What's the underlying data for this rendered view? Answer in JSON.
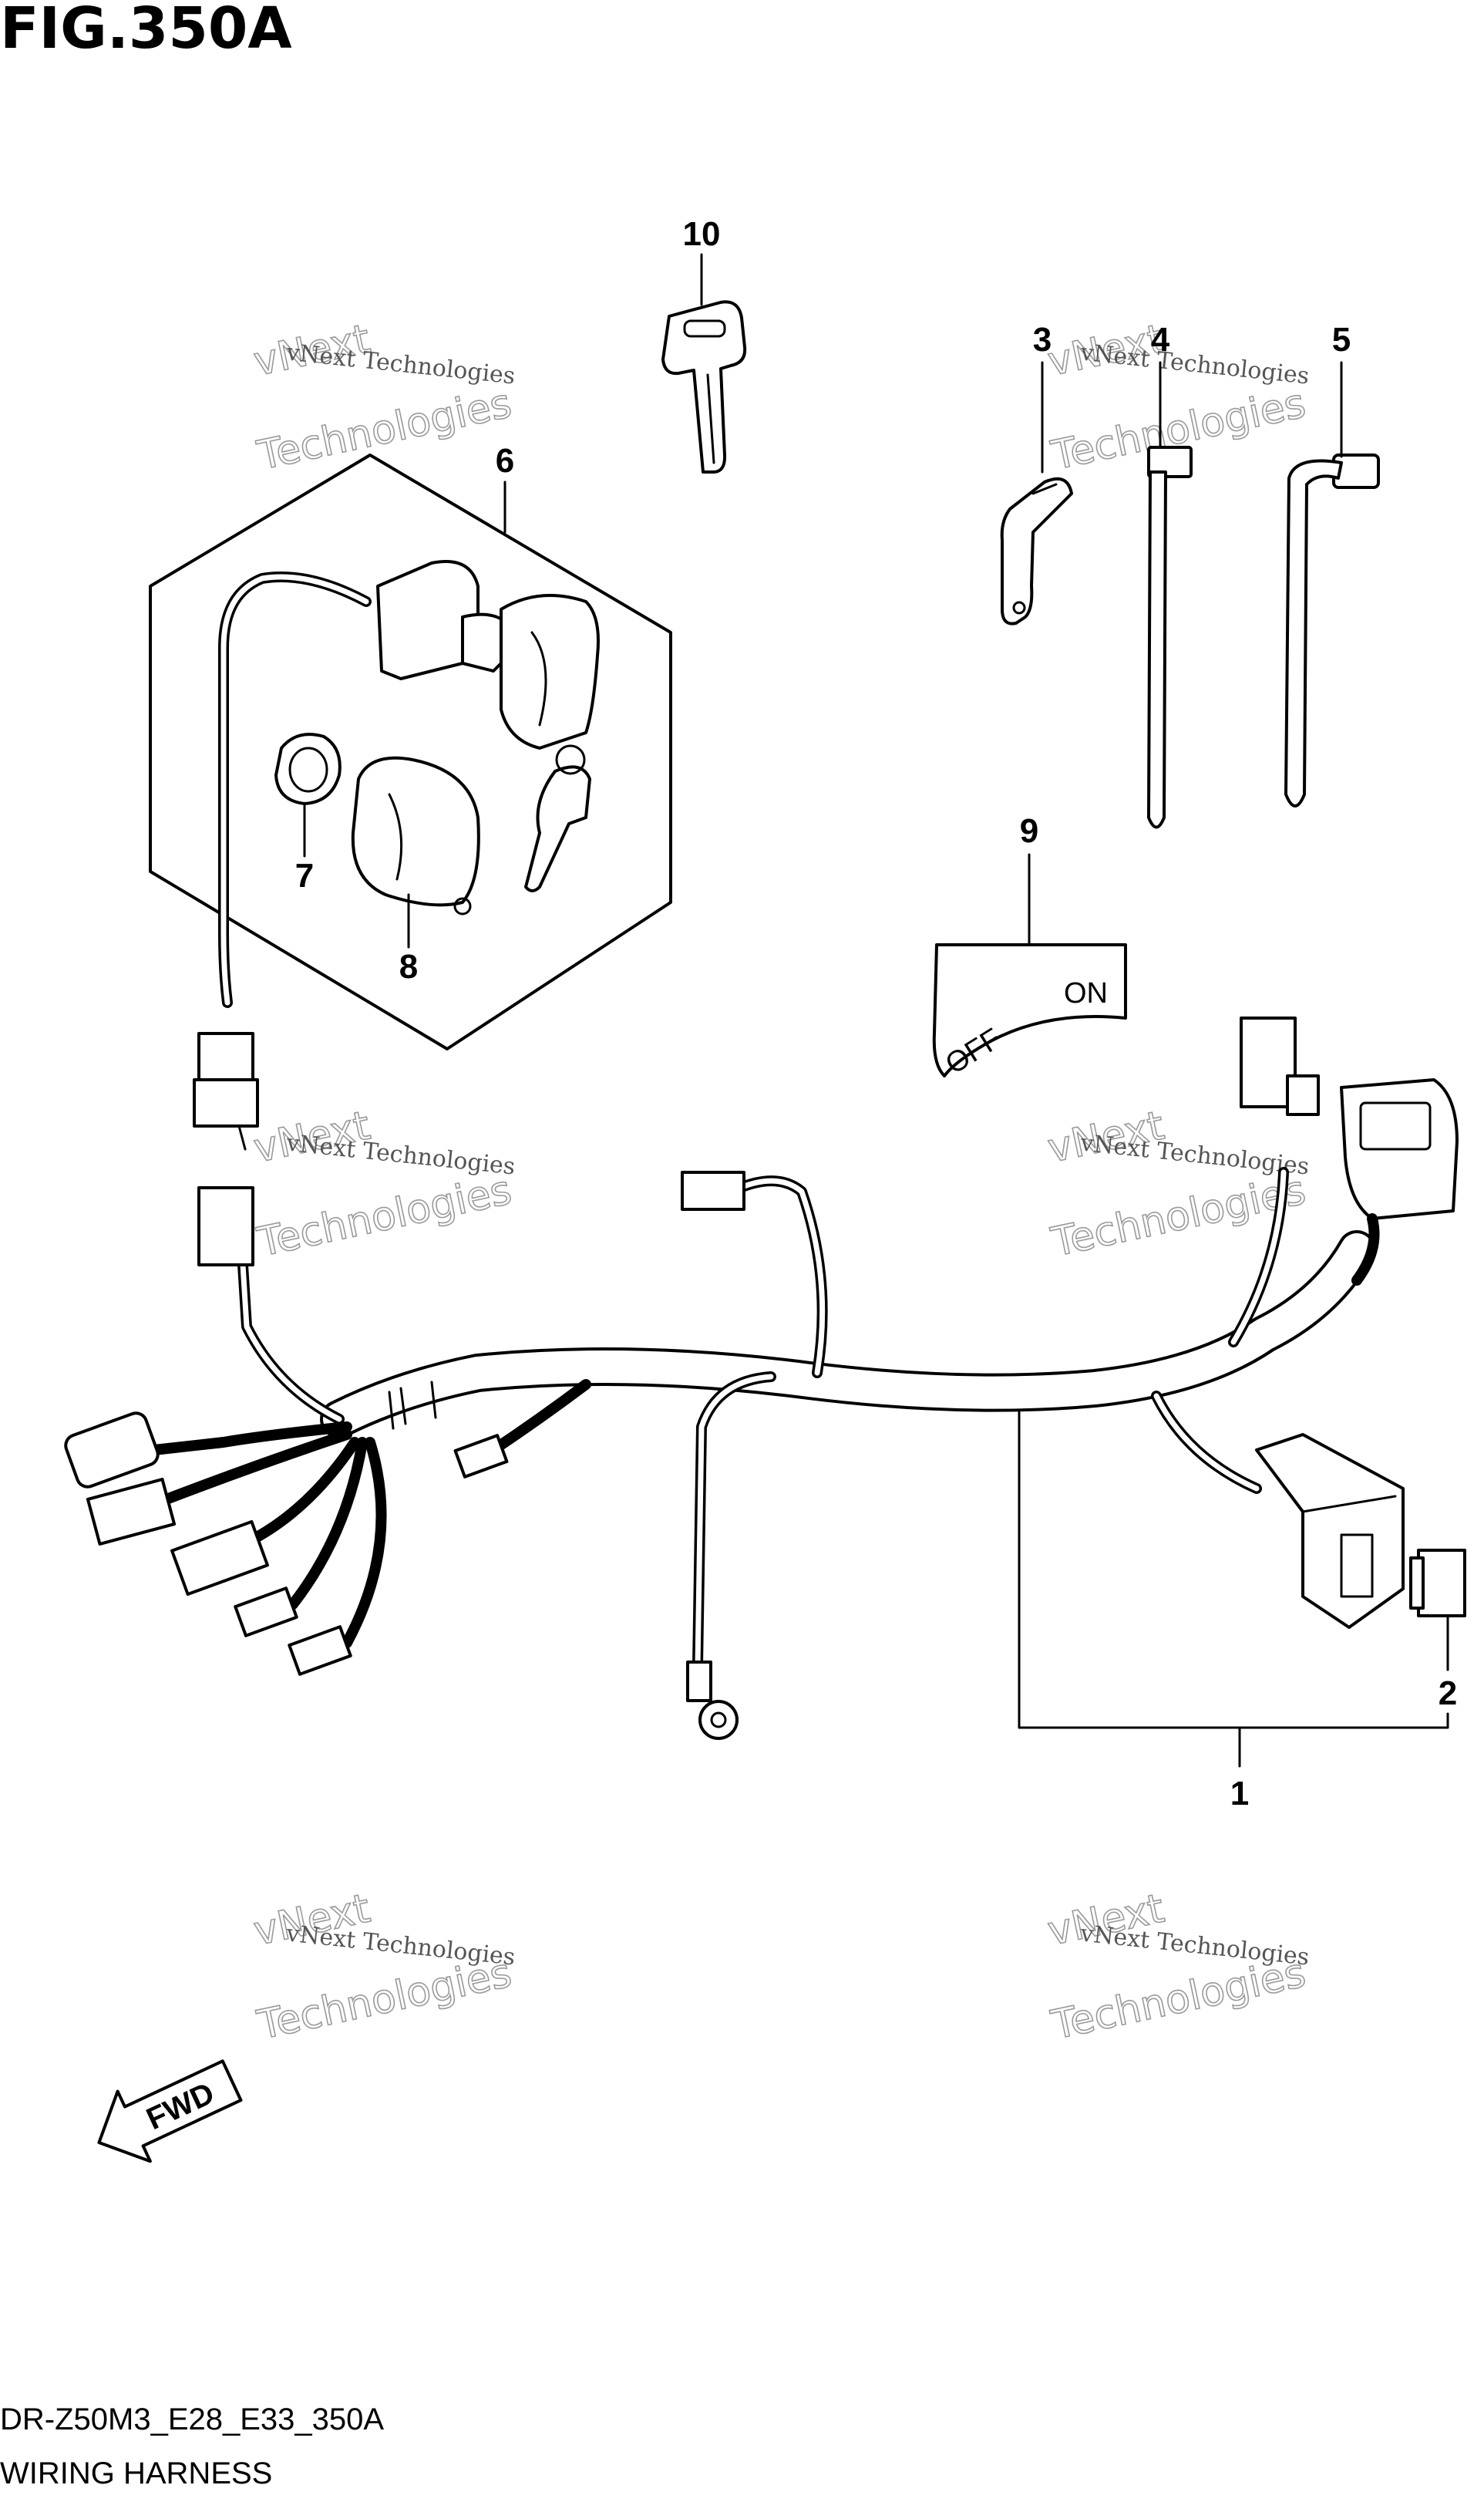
{
  "figure": {
    "title": "FIG.350A",
    "model_code": "DR-Z50M3_E28_E33_350A",
    "section": "WIRING HARNESS"
  },
  "callouts": {
    "p1": "1",
    "p2": "2",
    "p3": "3",
    "p4": "4",
    "p5": "5",
    "p6": "6",
    "p7": "7",
    "p8": "8",
    "p9": "9",
    "p10": "10"
  },
  "decal": {
    "off": "OFF",
    "on": "ON"
  },
  "direction_arrow": {
    "label": "FWD"
  },
  "watermark": {
    "line_small": "vNext Technologies",
    "line_big_top": "vNext",
    "line_big_bottom": "Technologies"
  }
}
